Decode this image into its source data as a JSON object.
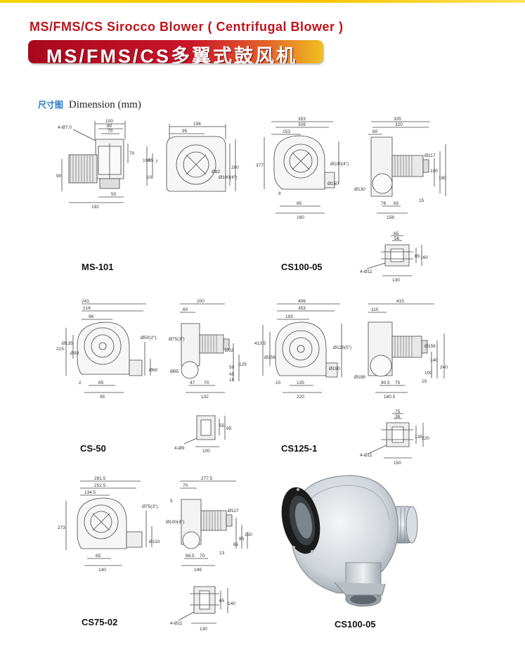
{
  "page": {
    "title_en": "MS/FMS/CS Sirocco  Blower ( Centrifugal  Blower )",
    "banner_cn": "MS/FMS/CS多翼式鼓风机",
    "dimension_cn": "尺寸图",
    "dimension_en": "Dimension (mm)"
  },
  "colors": {
    "title_red": "#c0121a",
    "banner_red": "#c9152a",
    "banner_gold": "#f0c020",
    "label_blue": "#1f79c9",
    "top_bar_yellow": "#f7d300"
  },
  "models": [
    {
      "name": "MS-101",
      "dims": {
        "a": "100",
        "b": "80",
        "c": "70",
        "d": "4-Ø7.0",
        "e": "90",
        "f": "192",
        "g": "50",
        "h": "196",
        "i": "95",
        "j": "100",
        "k": "85",
        "l": "7",
        "m": "10",
        "n": "Ø82",
        "o": "Ø100(4\")",
        "p": "200"
      }
    },
    {
      "name": "CS100-05",
      "dims": {
        "a": "353",
        "b": "308",
        "c": "153",
        "d": "377",
        "e": "Ø100(4\")",
        "f": "85",
        "g": "160",
        "h": "8",
        "i": "Ø150",
        "j": "335",
        "k": "320",
        "l": "60",
        "m": "Ø117",
        "n": "100",
        "o": "180",
        "p": "Ø130",
        "q": "76",
        "r": "65",
        "s": "158",
        "t": "15",
        "u": "65",
        "v": "56",
        "w": "85",
        "x": "160",
        "y": "4-Ø11",
        "z": "130"
      }
    },
    {
      "name": "CS-50",
      "dims": {
        "a": "241",
        "b": "216",
        "c": "96",
        "d": "215",
        "e": "Ø135",
        "f": "Ø93",
        "g": "Ø50(2\")",
        "h": "Ø60",
        "i": "65",
        "j": "95",
        "k": "2",
        "l": "200",
        "m": "60",
        "n": "Ø75(3\")",
        "o": "Ø92",
        "p": "Ø85",
        "q": "47",
        "r": "70",
        "s": "132",
        "t": "125",
        "u": "50",
        "v": "45",
        "w": "15",
        "x": "55",
        "y": "95",
        "z": "100",
        "aa": "4-Ø9"
      }
    },
    {
      "name": "CS125-1",
      "dims": {
        "a": "406",
        "b": "353",
        "c": "193",
        "d": "413.5",
        "e": "Ø256",
        "f": "Ø125(5\")",
        "g": "Ø190",
        "h": "135",
        "i": "220",
        "j": "10",
        "k": "415",
        "l": "110",
        "m": "Ø156",
        "n": "Ø188",
        "o": "90.5",
        "p": "75",
        "q": "180.5",
        "r": "140",
        "s": "240",
        "t": "100",
        "u": "10",
        "v": "75",
        "w": "36",
        "x": "135",
        "y": "220",
        "z": "4-Ø11",
        "aa": "150"
      }
    },
    {
      "name": "CS75-02",
      "dims": {
        "a": "281.5",
        "b": "252.5",
        "c": "134.5",
        "d": "273",
        "e": "Ø75(3\")",
        "f": "Ø110",
        "g": "65",
        "h": "140",
        "i": "277.5",
        "j": "70",
        "k": "5",
        "l": "Ø100(4\")",
        "m": "Ø117",
        "n": "66.5",
        "o": "70",
        "p": "149",
        "q": "13",
        "r": "65",
        "s": "85",
        "t": "150",
        "u": "65",
        "v": "140",
        "w": "4-Ø11",
        "x": "130"
      }
    }
  ],
  "photo_caption": "CS100-05"
}
